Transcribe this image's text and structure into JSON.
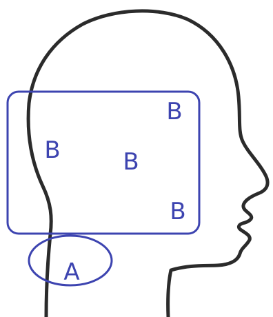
{
  "colors": {
    "outline": "#2b2b2b",
    "annotation": "#3d44b0",
    "background": "#ffffff"
  },
  "labels": {
    "region_a": "A",
    "region_b_top_right": "B",
    "region_b_left": "B",
    "region_b_center": "B",
    "region_b_bottom_right": "B"
  }
}
